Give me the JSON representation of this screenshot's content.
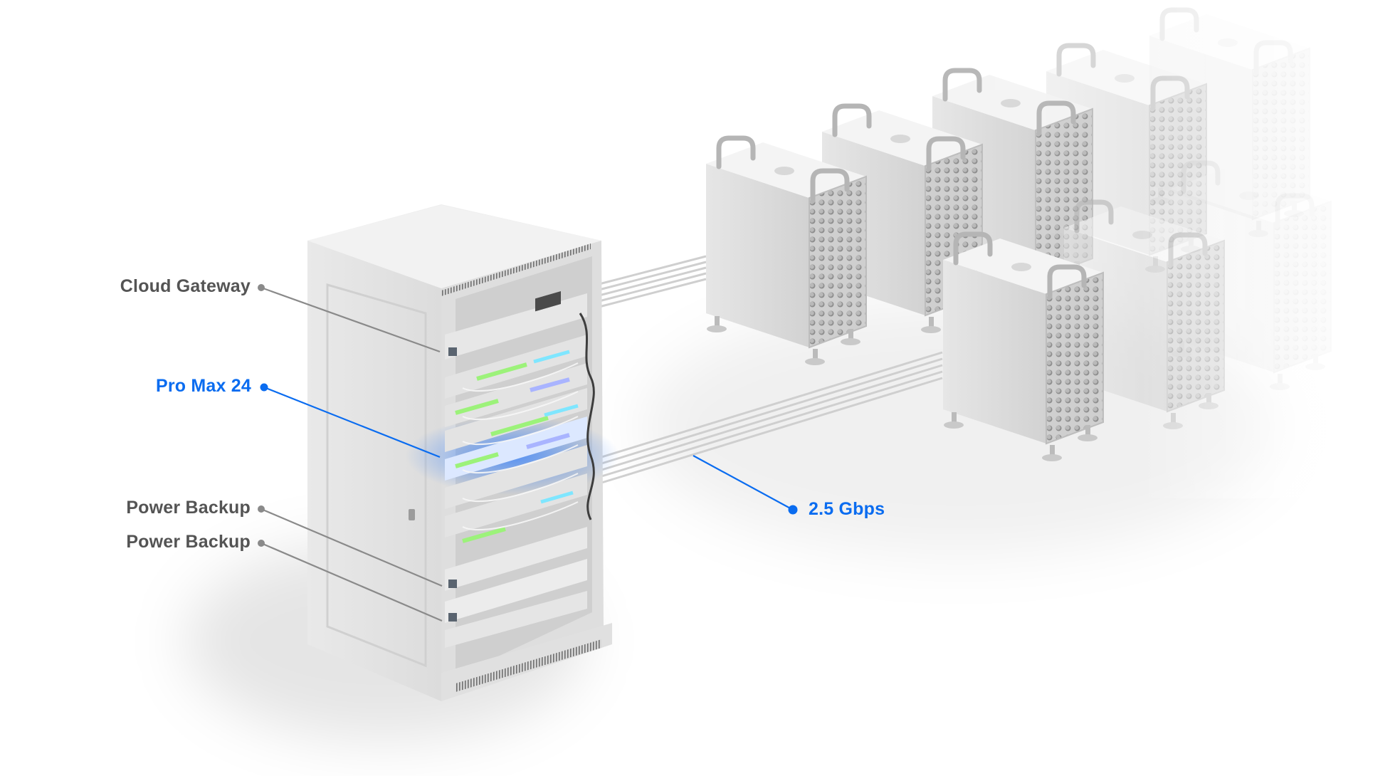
{
  "diagram": {
    "labels": [
      {
        "id": "cloud-gateway",
        "text": "Cloud Gateway",
        "highlighted": false
      },
      {
        "id": "pro-max-24",
        "text": "Pro Max 24",
        "highlighted": true
      },
      {
        "id": "power-backup-1",
        "text": "Power Backup",
        "highlighted": false
      },
      {
        "id": "power-backup-2",
        "text": "Power Backup",
        "highlighted": false
      }
    ],
    "link_label": {
      "text": "2.5 Gbps",
      "highlighted": true
    },
    "devices": {
      "rack": "Server rack",
      "workstations_count": 8
    }
  },
  "colors": {
    "label_gray": "#545454",
    "accent_blue": "#0a6cf0",
    "leader_gray": "#8a8a8a",
    "rack_body": "#e4e4e4",
    "led_green": "#9cf27a",
    "led_cyan": "#7fe6ff",
    "led_violet": "#a9b4ff"
  }
}
